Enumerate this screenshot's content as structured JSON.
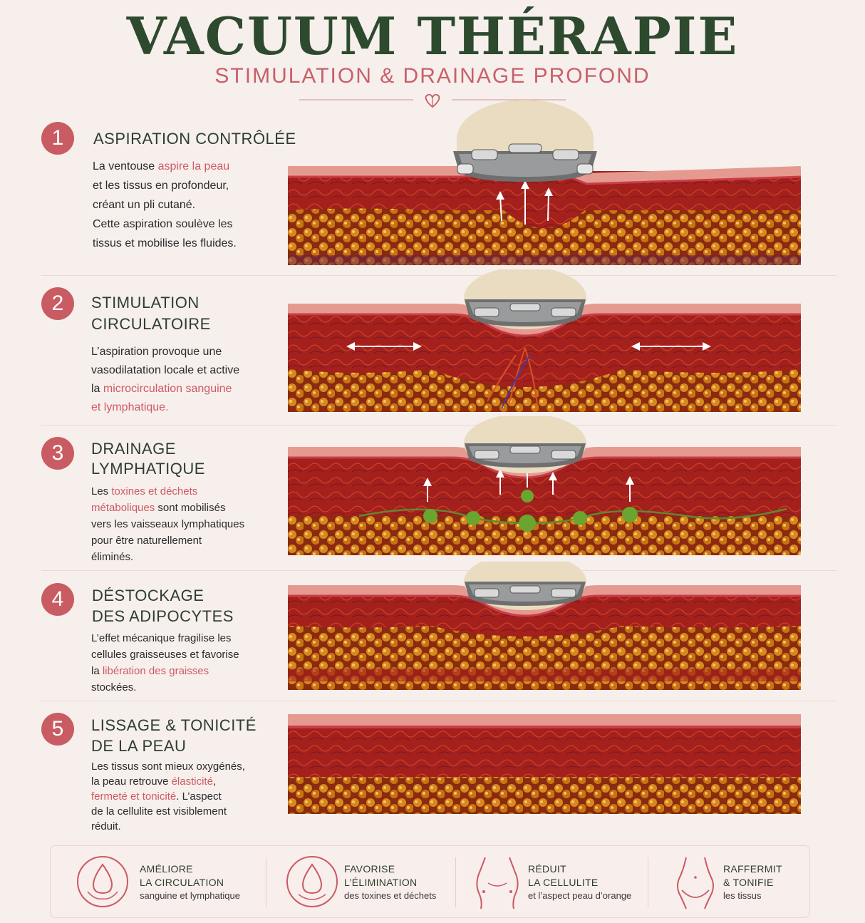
{
  "header": {
    "title": "VACUUM THÉRAPIE",
    "subtitle": "STIMULATION & DRAINAGE PROFOND"
  },
  "colors": {
    "accent": "#c95b63",
    "title_green": "#2e4a2e",
    "background": "#f6efec"
  },
  "steps": [
    {
      "number": "1",
      "title_lines": [
        "ASPIRATION CONTRÔLÉE"
      ],
      "text": [
        [
          "La ventouse ",
          "aspire la peau",
          ""
        ],
        [
          "et les tissus en profondeur,",
          "",
          ""
        ],
        [
          "créant un pli cutané.",
          "",
          ""
        ],
        [
          "Cette aspiration soulève les",
          "",
          ""
        ],
        [
          "tissus et mobilise les fluides.",
          "",
          ""
        ]
      ]
    },
    {
      "number": "2",
      "title_lines": [
        "STIMULATION",
        "CIRCULATOIRE"
      ],
      "text": [
        [
          "L’aspiration provoque une",
          "",
          ""
        ],
        [
          "vasodilatation locale et active",
          "",
          ""
        ],
        [
          "la ",
          "microcirculation sanguine",
          ""
        ],
        [
          "",
          "et lymphatique.",
          ""
        ]
      ]
    },
    {
      "number": "3",
      "title_lines": [
        "DRAINAGE",
        "LYMPHATIQUE"
      ],
      "text": [
        [
          "Les ",
          "toxines et déchets",
          ""
        ],
        [
          "",
          "métaboliques",
          " sont mobilisés"
        ],
        [
          "vers les vaisseaux lymphatiques",
          "",
          ""
        ],
        [
          "pour être naturellement",
          "",
          ""
        ],
        [
          "éliminés.",
          "",
          ""
        ]
      ]
    },
    {
      "number": "4",
      "title_lines": [
        "DÉSTOCKAGE",
        "DES ADIPOCYTES"
      ],
      "text": [
        [
          "L’effet mécanique fragilise les",
          "",
          ""
        ],
        [
          "cellules graisseuses et favorise",
          "",
          ""
        ],
        [
          "la ",
          "libération des graisses",
          ""
        ],
        [
          "stockées.",
          "",
          ""
        ]
      ]
    },
    {
      "number": "5",
      "title_lines": [
        "LISSAGE & TONICITÉ",
        "DE LA PEAU"
      ],
      "text": [
        [
          "Les tissus sont mieux oxygénés,",
          "",
          ""
        ],
        [
          "la peau retrouve ",
          "élasticité",
          ","
        ],
        [
          "",
          "fermeté et tonicité",
          ". L’aspect"
        ],
        [
          "de la cellulite est visiblement",
          "",
          ""
        ],
        [
          "réduit.",
          "",
          ""
        ]
      ]
    }
  ],
  "benefits": [
    {
      "icon": "circulation-drop-icon",
      "line1": "AMÉLIORE",
      "line2": "LA CIRCULATION",
      "line3": "sanguine et lymphatique"
    },
    {
      "icon": "elimination-drop-icon",
      "line1": "FAVORISE",
      "line2": "L’ÉLIMINATION",
      "line3": "des toxines et déchets"
    },
    {
      "icon": "body-silhouette-icon",
      "line1": "RÉDUIT",
      "line2": "LA CELLULITE",
      "line3": "et l’aspect peau d’orange"
    },
    {
      "icon": "hips-silhouette-icon",
      "line1": "RAFFERMIT",
      "line2": "& TONIFIE",
      "line3": "les tissus"
    }
  ]
}
